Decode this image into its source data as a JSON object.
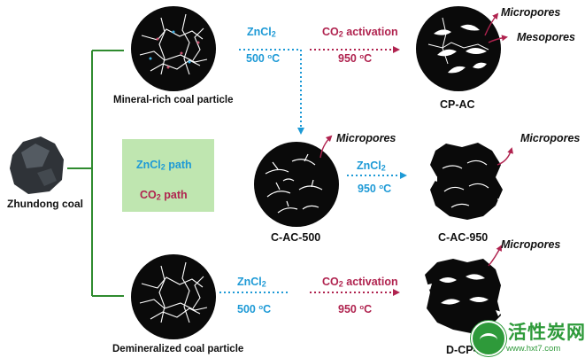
{
  "colors": {
    "zncl2": "#1e9ad6",
    "co2": "#b0234f",
    "connector": "#2f8b2f",
    "legend_bg": "#bfe6b0",
    "particle": "#0a0a0a",
    "watermark": "#2e9a3a"
  },
  "raw_material": {
    "label": "Zhundong coal"
  },
  "samples": {
    "mineral_rich": {
      "label": "Mineral-rich coal particle"
    },
    "demineralized": {
      "label": "Demineralized coal particle"
    },
    "cp_ac": {
      "label": "CP-AC"
    },
    "c_ac_500": {
      "label": "C-AC-500"
    },
    "c_ac_950": {
      "label": "C-AC-950"
    },
    "d_cp_ac": {
      "label": "D-CP-AC"
    }
  },
  "pore_labels": {
    "micropores": "Micropores",
    "mesopores": "Mesopores"
  },
  "steps": {
    "zncl2": {
      "agent": "ZnCl",
      "agent_sub": "2",
      "temp": "500 ",
      "unit": "C",
      "deg": "o"
    },
    "co2_activation": {
      "agent": "CO",
      "agent_sub": "2",
      "suffix": " activation",
      "temp": "950 ",
      "unit": "C",
      "deg": "o"
    },
    "zncl2_950": {
      "agent": "ZnCl",
      "agent_sub": "2",
      "temp": "950 ",
      "unit": "C",
      "deg": "o"
    }
  },
  "legend": {
    "zncl2_path": {
      "agent": "ZnCl",
      "agent_sub": "2",
      "suffix": " path"
    },
    "co2_path": {
      "agent": "CO",
      "agent_sub": "2",
      "suffix": " path"
    }
  },
  "watermark": {
    "name": "活性炭网",
    "url": "www.hxt7.com"
  }
}
